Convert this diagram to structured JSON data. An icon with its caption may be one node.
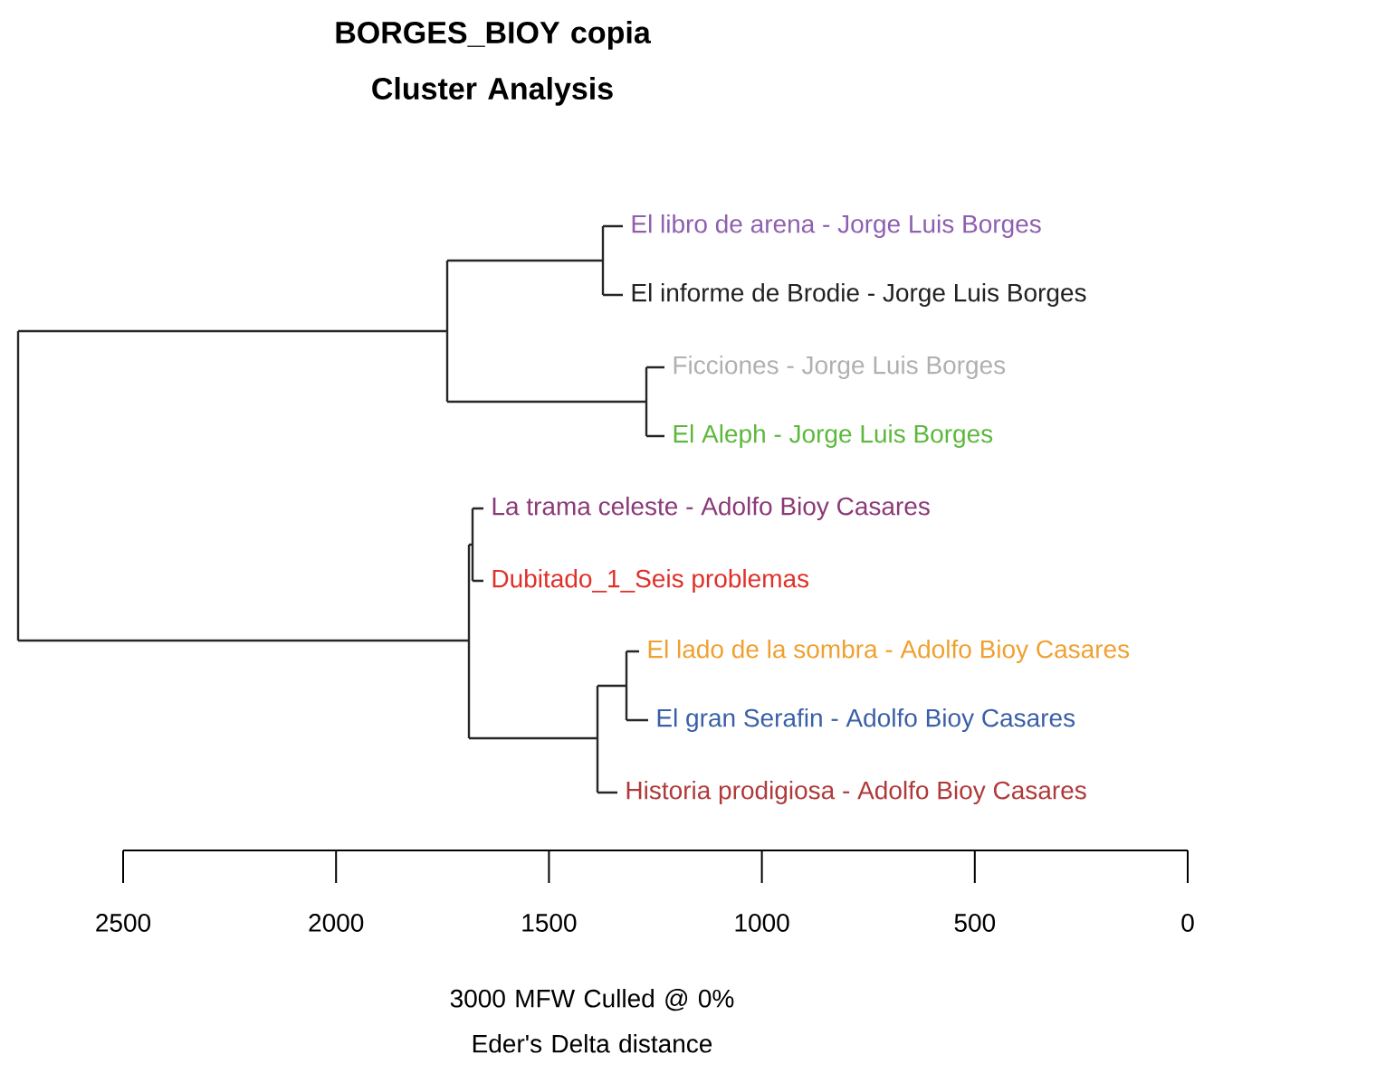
{
  "diagram": {
    "title": "BORGES_BIOY copia Cluster Analysis",
    "caption": "3000 MFW Culled @ 0% Eder's Delta distance",
    "labels": [
      "El libro de arena - Jorge Luis Borges",
      "El informe de Brodie - Jorge Luis Borges",
      "Ficciones - Jorge Luis Borges",
      "El Aleph - Jorge Luis Borges",
      "La trama celeste - Adolfo Bioy Casares",
      "Dubitado_1_Seis problemas",
      "El lado de la sombra - Adolfo Bioy Casares",
      "El gran Serafin - Adolfo Bioy Casares",
      "Historia prodigiosa - Adolfo Bioy Casares",
      "2500",
      "2000",
      "1500",
      "1000",
      "500",
      "0"
    ]
  }
}
